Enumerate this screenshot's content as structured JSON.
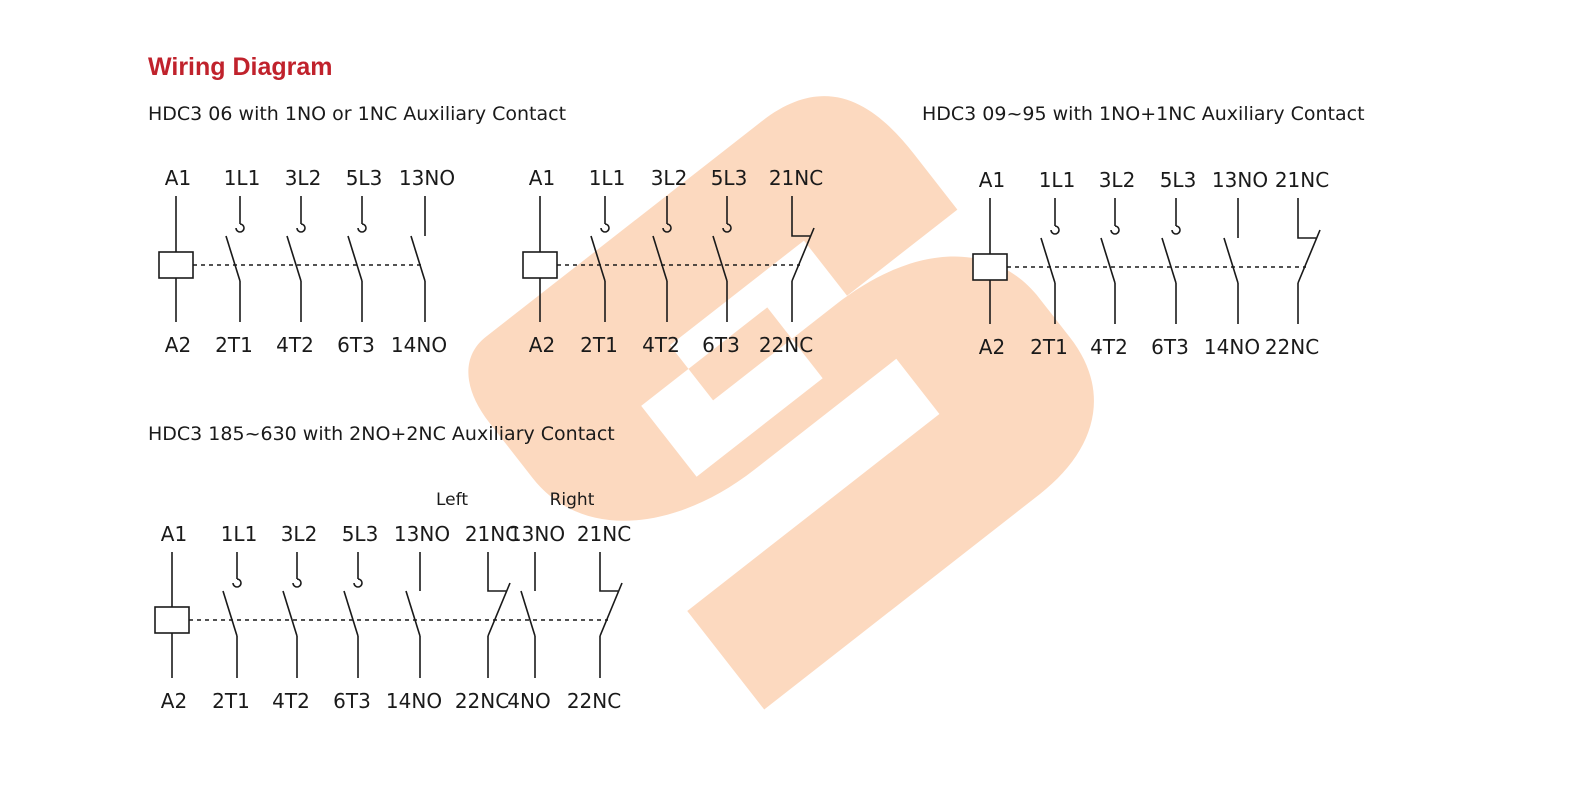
{
  "title": "Wiring Diagram",
  "colors": {
    "title": "#c0222c",
    "line": "#1a1a1a",
    "watermark": "#fcd9bf"
  },
  "watermark": {
    "type": "logo",
    "label": ""
  },
  "diagrams": [
    {
      "id": "hdc3-06-1no",
      "subtitle": "HDC3 06 with 1NO or 1NC Auxiliary Contact",
      "group_labels": [],
      "columns": [
        {
          "kind": "coil",
          "top": "A1",
          "bottom": "A2"
        },
        {
          "kind": "main",
          "top": "1L1",
          "bottom": "2T1"
        },
        {
          "kind": "main",
          "top": "3L2",
          "bottom": "4T2"
        },
        {
          "kind": "main",
          "top": "5L3",
          "bottom": "6T3"
        },
        {
          "kind": "no",
          "top": "13NO",
          "bottom": "14NO"
        }
      ]
    },
    {
      "id": "hdc3-06-1nc",
      "subtitle": "",
      "group_labels": [],
      "columns": [
        {
          "kind": "coil",
          "top": "A1",
          "bottom": "A2"
        },
        {
          "kind": "main",
          "top": "1L1",
          "bottom": "2T1"
        },
        {
          "kind": "main",
          "top": "3L2",
          "bottom": "4T2"
        },
        {
          "kind": "main",
          "top": "5L3",
          "bottom": "6T3"
        },
        {
          "kind": "nc",
          "top": "21NC",
          "bottom": "22NC"
        }
      ]
    },
    {
      "id": "hdc3-09-95",
      "subtitle": "HDC3 09~95 with 1NO+1NC Auxiliary Contact",
      "group_labels": [],
      "columns": [
        {
          "kind": "coil",
          "top": "A1",
          "bottom": "A2"
        },
        {
          "kind": "main",
          "top": "1L1",
          "bottom": "2T1"
        },
        {
          "kind": "main",
          "top": "3L2",
          "bottom": "4T2"
        },
        {
          "kind": "main",
          "top": "5L3",
          "bottom": "6T3"
        },
        {
          "kind": "no",
          "top": "13NO",
          "bottom": "14NO"
        },
        {
          "kind": "nc",
          "top": "21NC",
          "bottom": "22NC"
        }
      ]
    },
    {
      "id": "hdc3-185-630",
      "subtitle": "HDC3 185~630 with 2NO+2NC Auxiliary Contact",
      "group_labels": [
        "Left",
        "Right"
      ],
      "columns": [
        {
          "kind": "coil",
          "top": "A1",
          "bottom": "A2"
        },
        {
          "kind": "main",
          "top": "1L1",
          "bottom": "2T1"
        },
        {
          "kind": "main",
          "top": "3L2",
          "bottom": "4T2"
        },
        {
          "kind": "main",
          "top": "5L3",
          "bottom": "6T3"
        },
        {
          "kind": "no",
          "top": "13NO",
          "bottom": "14NO"
        },
        {
          "kind": "nc",
          "top": "21NC",
          "bottom": "22NC"
        },
        {
          "kind": "no",
          "top": "13NO",
          "bottom": "4NO"
        },
        {
          "kind": "nc",
          "top": "21NC",
          "bottom": "22NC"
        }
      ]
    }
  ]
}
